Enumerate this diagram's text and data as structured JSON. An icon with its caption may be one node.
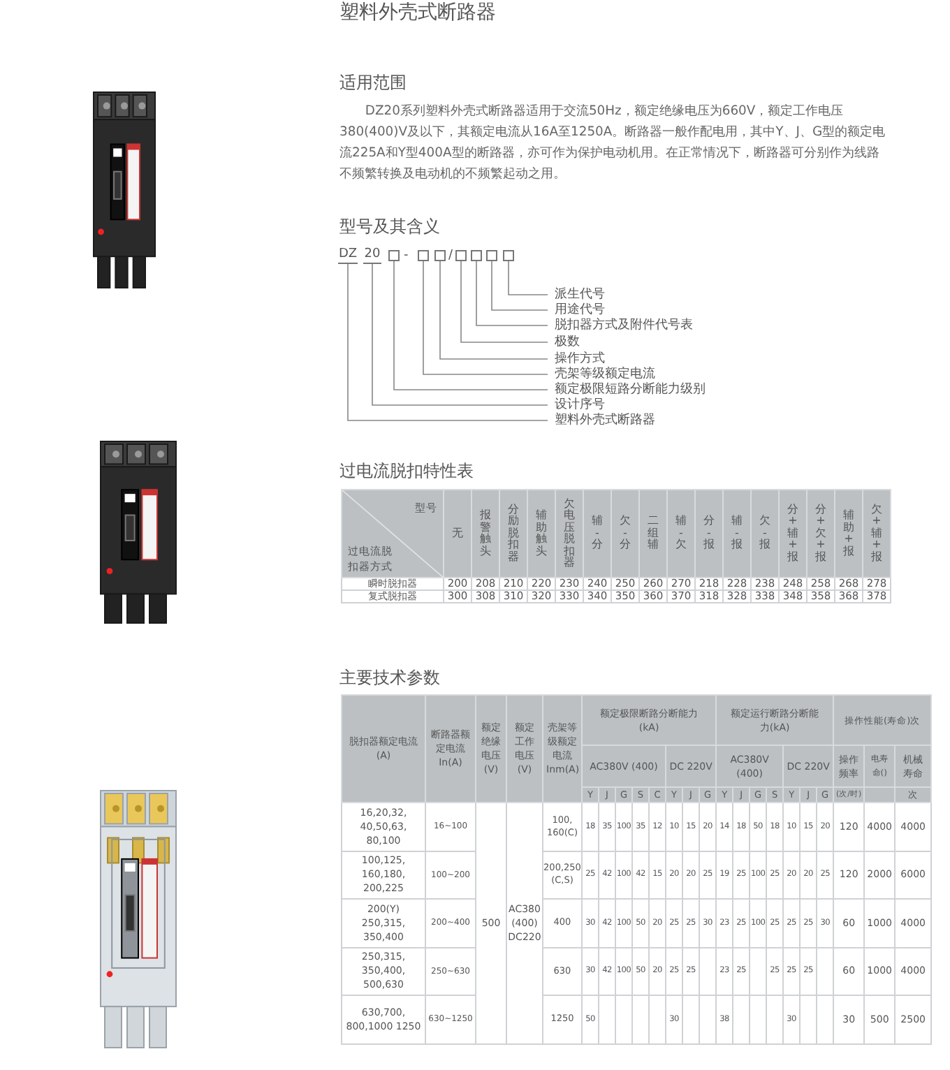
{
  "diagram": {
    "title": "塑料外壳式断路器",
    "nodes": [
      {
        "text": [
          "DZ"
        ]
      },
      {
        "text": [
          "20"
        ]
      },
      {
        "text": [],
        "shape": "box"
      },
      {
        "text": [],
        "shape": "box"
      },
      {
        "text": [],
        "shape": "box"
      },
      {
        "text": [],
        "shape": "box"
      },
      {
        "text": [],
        "shape": "box"
      },
      {
        "text": [],
        "shape": "box"
      },
      {
        "text": [],
        "shape": "box"
      },
      {
        "text": [
          "派生代号"
        ]
      },
      {
        "text": [
          "用途代号"
        ]
      },
      {
        "text": [
          "脱扣器方式及附件代号表"
        ]
      },
      {
        "text": [
          "极数"
        ]
      },
      {
        "text": [
          "操作方式"
        ]
      },
      {
        "text": [
          "壳架等级额定电流"
        ]
      },
      {
        "text": [
          "额定极限短路分断能力级别"
        ]
      },
      {
        "text": [
          "设计序号"
        ]
      },
      {
        "text": [
          "塑料外壳式断路器"
        ]
      }
    ],
    "edges": [
      {
        "from": 0,
        "to": 17,
        "arrow": "none"
      },
      {
        "from": 1,
        "to": 16,
        "arrow": "none"
      },
      {
        "from": 2,
        "to": 15,
        "arrow": "none"
      },
      {
        "from": 3,
        "to": 14,
        "arrow": "none"
      },
      {
        "from": 4,
        "to": 13,
        "arrow": "none"
      },
      {
        "from": 5,
        "to": 12,
        "arrow": "none"
      },
      {
        "from": 6,
        "to": 11,
        "arrow": "none"
      },
      {
        "from": 7,
        "to": 10,
        "arrow": "none"
      },
      {
        "from": 8,
        "to": 9,
        "arrow": "none"
      }
    ],
    "labels": [
      "适用范围",
      "DZ20系列塑料外壳式断路器适用于交流50Hz，额定绝缘电压为660V，额定工作电压380(400)V及以下，其额定电流从16A至1250A。断路器一般作配电用，其中Y、J、G型的额定电流225A和Y型400A型的断路器，亦可作为保护电动机用。在正常情况下，断路器可分别作为线路不频繁转换及电动机的不频繁起动之用。",
      "型号及其含义",
      "-",
      "/",
      "过电流脱扣特性表",
      "型号",
      "过电流脱扣器方式",
      "无",
      "报警触头",
      "分励脱扣器",
      "辅助触头",
      "欠电压脱扣器",
      "辅-分",
      "欠-分",
      "二组辅",
      "辅-欠",
      "分-报",
      "辅-报",
      "欠-报",
      "分+辅+报",
      "分+欠+报",
      "辅助+报",
      "欠+辅+报",
      "瞬时脱扣器",
      "200",
      "208",
      "210",
      "220",
      "230",
      "240",
      "250",
      "260",
      "270",
      "218",
      "228",
      "238",
      "248",
      "258",
      "268",
      "278",
      "复式脱扣器",
      "300",
      "308",
      "310",
      "320",
      "330",
      "340",
      "350",
      "360",
      "370",
      "318",
      "328",
      "338",
      "348",
      "358",
      "368",
      "378",
      "主要技术参数",
      "脱扣器额定电流(A)",
      "断路器额定电流In(A)",
      "额定绝缘电压(V)",
      "额定工作电压(V)",
      "壳架等级额定电流Inm(A)",
      "额定极限断路分断能力(kA)",
      "额定运行断路分断能力(kA)",
      "操作性能(寿命)次",
      "AC380V (400)",
      "DC 220V",
      "AC380V (400)",
      "DC 220V",
      "操作频率",
      "电寿命()",
      "机械寿命",
      "Y",
      "J",
      "G",
      "S",
      "C",
      "Y",
      "J",
      "G",
      "Y",
      "J",
      "G",
      "S",
      "Y",
      "J",
      "G",
      "(次/时)",
      "次",
      "16,20,32, 40,50,63, 80,100",
      "16~100",
      "500",
      "AC380 (400) DC220",
      "100, 160(C)",
      "18",
      "35",
      "100",
      "35",
      "12",
      "10",
      "15",
      "20",
      "14",
      "18",
      "50",
      "18",
      "10",
      "15",
      "20",
      "120",
      "4000",
      "4000",
      "100,125, 160,180, 200,225",
      "100~200",
      "200,250 (C,S)",
      "25",
      "42",
      "100",
      "42",
      "15",
      "20",
      "20",
      "25",
      "19",
      "25",
      "100",
      "25",
      "20",
      "20",
      "25",
      "120",
      "2000",
      "6000",
      "200(Y) 250,315, 350,400",
      "200~400",
      "400",
      "30",
      "42",
      "100",
      "50",
      "20",
      "25",
      "25",
      "30",
      "23",
      "25",
      "100",
      "25",
      "25",
      "25",
      "30",
      "60",
      "1000",
      "4000",
      "250,315, 350,400, 500,630",
      "250~630",
      "630",
      "30",
      "42",
      "100",
      "50",
      "20",
      "25",
      "25",
      "23",
      "25",
      "25",
      "25",
      "25",
      "60",
      "1000",
      "4000",
      "630,700, 800,1000 1250",
      "630~1250",
      "1250",
      "50",
      "30",
      "38",
      "30",
      "30",
      "500",
      "2500"
    ]
  }
}
